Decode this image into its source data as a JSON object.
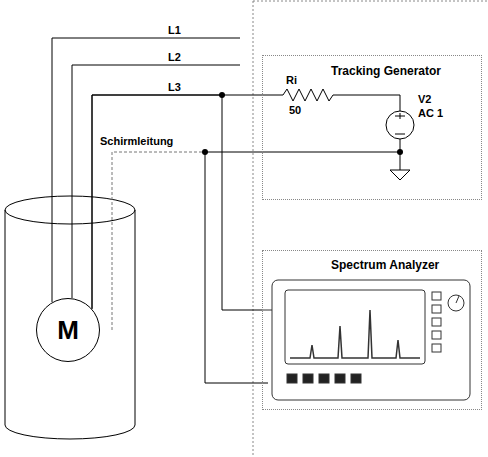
{
  "diagram": {
    "nodes": [
      {
        "text": [
          "M"
        ]
      },
      {
        "text": [
          "Tracking Generator"
        ]
      },
      {
        "text": [
          "Spectrum Analyzer"
        ]
      }
    ],
    "edges": [
      {
        "from": 0,
        "to": 1,
        "arrow": "none"
      },
      {
        "from": 0,
        "to": 2,
        "arrow": "none"
      }
    ],
    "labels": [
      "L1",
      "L2",
      "L3",
      "Schirmleitung",
      "Ri",
      "50",
      "V2",
      "AC 1"
    ]
  }
}
